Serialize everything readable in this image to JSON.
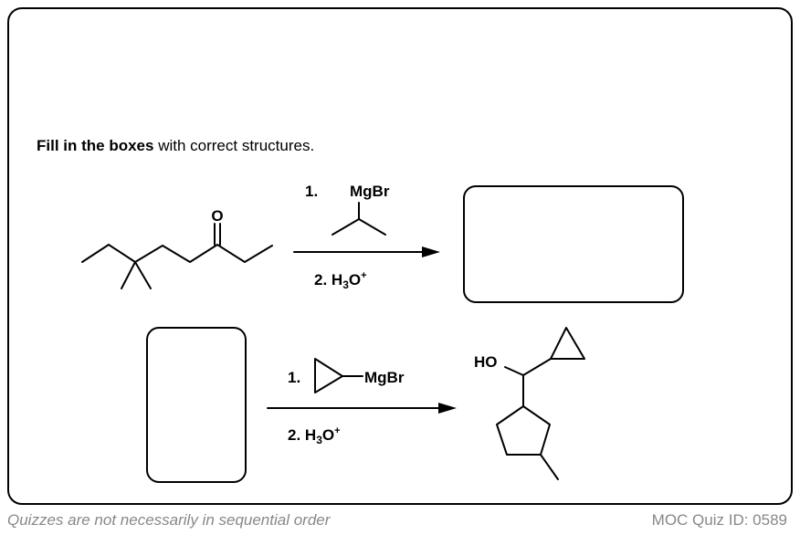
{
  "instruction": {
    "bold": "Fill in the boxes",
    "rest": " with correct structures."
  },
  "reaction1": {
    "step1_number": "1.",
    "reagent": "MgBr",
    "step2": "2. H",
    "sub": "3",
    "o": "O",
    "sup": "+"
  },
  "reaction2": {
    "step1_number": "1.",
    "reagent": "MgBr",
    "step2": "2. H",
    "sub": "3",
    "o": "O",
    "sup": "+",
    "product_label": "HO"
  },
  "footer": {
    "left": "Quizzes are not necessarily in sequential order",
    "right": "MOC Quiz ID: 0589"
  }
}
